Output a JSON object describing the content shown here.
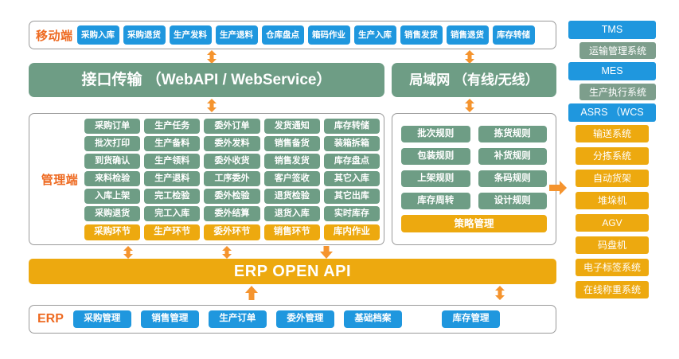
{
  "colors": {
    "blue": "#1f97de",
    "green": "#6e9d85",
    "orange": "#eda90f",
    "accent_orange": "#f5942e",
    "label_orange": "#ee6a21",
    "border_gray": "#9a9a9a"
  },
  "mobile": {
    "label": "移动端",
    "items": [
      "采购入库",
      "采购退货",
      "生产发料",
      "生产退料",
      "仓库盘点",
      "箱码作业",
      "生产入库",
      "销售发货",
      "销售退货",
      "库存转储"
    ]
  },
  "transport": {
    "interface": "接口传输 （WebAPI / WebService）",
    "lan": "局域网 （有线/无线）"
  },
  "management": {
    "label": "管理端",
    "columns": [
      {
        "footer": "采购环节",
        "items": [
          "采购订单",
          "批次打印",
          "到货确认",
          "来料检验",
          "入库上架",
          "采购退货"
        ]
      },
      {
        "footer": "生产环节",
        "items": [
          "生产任务",
          "生产备料",
          "生产领料",
          "生产退料",
          "完工检验",
          "完工入库"
        ]
      },
      {
        "footer": "委外环节",
        "items": [
          "委外订单",
          "委外发料",
          "委外收货",
          "工序委外",
          "委外检验",
          "委外结算"
        ]
      },
      {
        "footer": "销售环节",
        "items": [
          "发货通知",
          "销售备货",
          "销售发货",
          "客户签收",
          "退货检验",
          "退货入库"
        ]
      },
      {
        "footer": "库内作业",
        "items": [
          "库存转储",
          "装箱拆箱",
          "库存盘点",
          "其它入库",
          "其它出库",
          "实时库存"
        ]
      }
    ]
  },
  "rules": {
    "rows": [
      [
        "批次规则",
        "拣货规则"
      ],
      [
        "包装规则",
        "补货规则"
      ],
      [
        "上架规则",
        "条码规则"
      ],
      [
        "库存周转",
        "设计规则"
      ]
    ],
    "footer": "策略管理"
  },
  "erp_api": {
    "label": "ERP  OPEN API"
  },
  "erp": {
    "label": "ERP",
    "items": [
      "采购管理",
      "销售管理",
      "生产订单",
      "委外管理",
      "基础档案"
    ],
    "right_item": "库存管理"
  },
  "sidebar": {
    "systems": [
      {
        "code": "TMS",
        "name": "运输管理系统"
      },
      {
        "code": "MES",
        "name": "生产执行系统"
      }
    ],
    "asrs": "ASRS （WCS",
    "devices": [
      "输送系统",
      "分拣系统",
      "自动货架",
      "堆垛机",
      "AGV",
      "码盘机",
      "电子标签系统",
      "在线称重系统"
    ]
  },
  "icons": {
    "double_arrow": "double-arrow-vertical-icon",
    "down_arrow": "arrow-down-icon",
    "up_arrow": "arrow-up-icon",
    "right_arrow": "arrow-right-icon"
  }
}
